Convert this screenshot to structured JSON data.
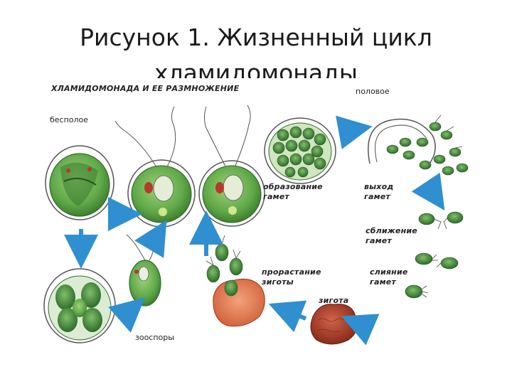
{
  "slide": {
    "title_line1": "Рисунок 1. Жизненный цикл",
    "title_line2": "хламидомонады"
  },
  "figure": {
    "header": "ХЛАМИДОМОНАДА И ЕЕ РАЗМНОЖЕНИЕ",
    "asexual": "бесполое",
    "sexual": "половое",
    "gamete_formation": [
      "образование",
      "гамет"
    ],
    "gamete_exit": [
      "выход",
      "гамет"
    ],
    "gamete_approach": [
      "сближение",
      "гамет"
    ],
    "gamete_fusion": [
      "слияние",
      "гамет"
    ],
    "zygote": "зигота",
    "zygote_germination": [
      "прорастание",
      "зиготы"
    ],
    "zoospores": "зооспоры"
  },
  "colors": {
    "arrow": "#2f8fd0",
    "cell_green": "#5fa848",
    "cell_dark": "#2f6b2a",
    "zygote_red": "#b5462a",
    "zygote_orange": "#e07a4a"
  }
}
